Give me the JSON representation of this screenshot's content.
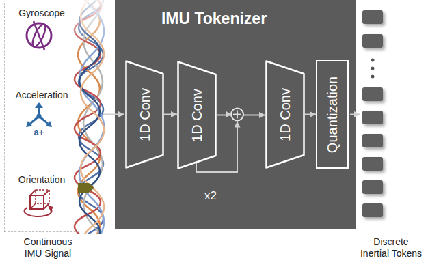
{
  "diagram": {
    "nodes": [
      {
        "text": [
          "Gyroscope",
          "Acceleration",
          "Orientation"
        ]
      },
      {
        "text": [
          "IMU Tokenizer"
        ]
      },
      {
        "text": [
          "1D Conv"
        ],
        "in": 1
      },
      {
        "text": [
          "x2"
        ],
        "in": 1
      },
      {
        "text": [
          "1D Conv"
        ],
        "in": 3
      },
      {
        "text": [
          "1D Conv"
        ],
        "in": 1
      },
      {
        "text": [
          "Quantization"
        ],
        "in": 1
      }
    ],
    "edges": [
      {
        "from": 2,
        "to": 4,
        "arrow": "to"
      },
      {
        "from": 4,
        "to": 5,
        "arrow": "to"
      },
      {
        "from": 5,
        "to": 6,
        "arrow": "to"
      }
    ],
    "labels": [
      "a+",
      "Continuous IMU Signal",
      "Discrete Inertial Tokens"
    ]
  }
}
